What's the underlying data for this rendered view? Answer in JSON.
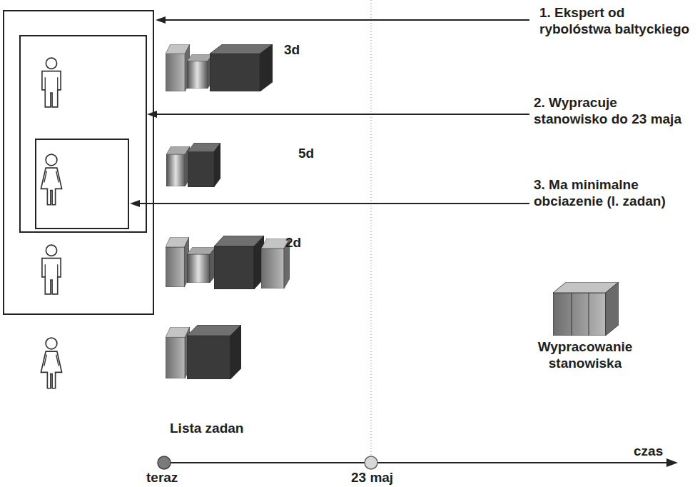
{
  "diagram": {
    "labels": [
      "1. Ekspert od rybolóstwa baltyckiego",
      "2. Wypracuje stanowisko do 23 maja",
      "3. Ma minimalne obciazenie (l. zadan)",
      "3d",
      "5d",
      "2d",
      "Wypracowanie stanowiska",
      "Lista zadan",
      "teraz",
      "23 maj",
      "czas"
    ]
  }
}
